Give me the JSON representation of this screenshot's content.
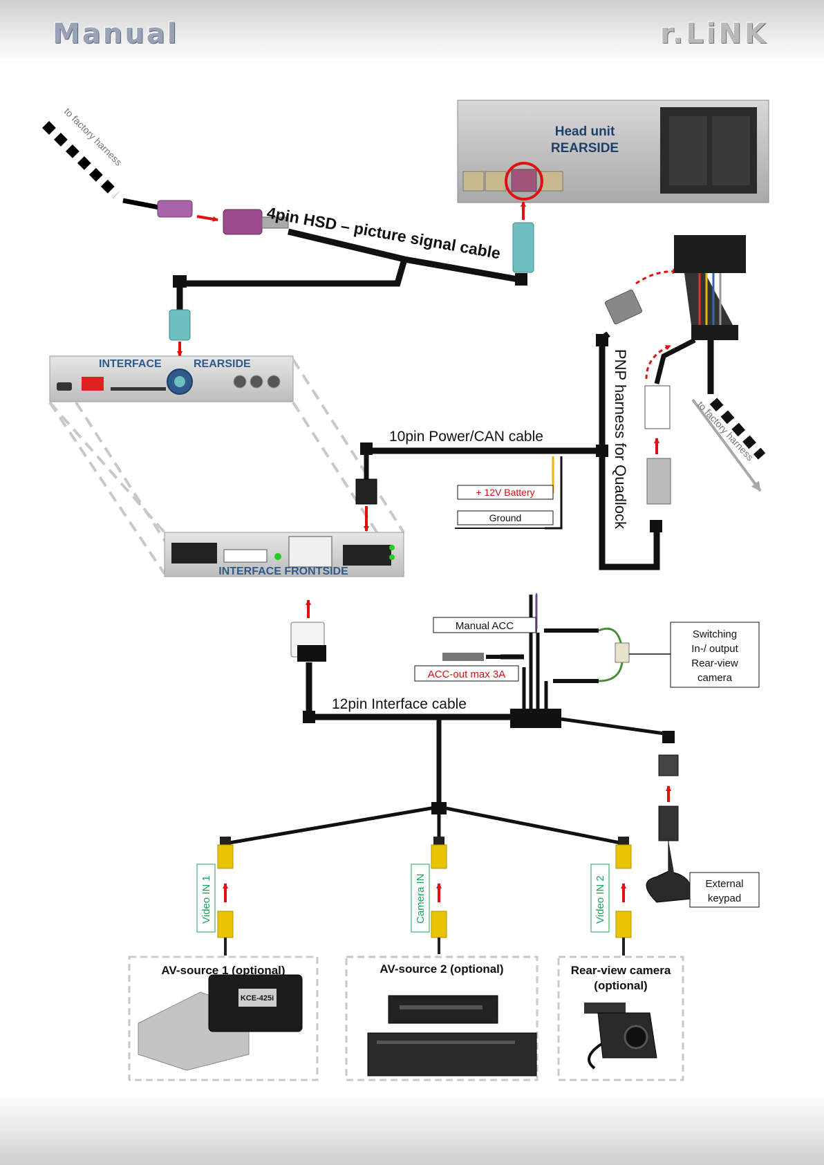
{
  "header": {
    "manual_logo": "Manual",
    "brand_logo": "r.LiNK"
  },
  "head_unit": {
    "title_line1": "Head unit",
    "title_line2": "REARSIDE",
    "label_color": "#1f3f6b"
  },
  "factory_harness_left": "to factory harness",
  "factory_harness_right": "to factory harness",
  "hsd_cable": "4pin HSD – picture signal cable",
  "interface_rear": {
    "left": "INTERFACE",
    "right": "REARSIDE"
  },
  "interface_front": "INTERFACE FRONTSIDE",
  "power_can_cable": "10pin Power/CAN cable",
  "battery_label": "+ 12V Battery",
  "ground_label": "Ground",
  "pnp_harness": "PNP harness for Quadlock",
  "manual_acc": "Manual ACC",
  "acc_out": "ACC-out max 3A",
  "switching": [
    "Switching",
    "In-/ output",
    "Rear-view",
    "camera"
  ],
  "interface_cable": "12pin Interface cable",
  "external_keypad": [
    "External",
    "keypad"
  ],
  "video_in_1": "Video IN 1",
  "camera_in": "Camera IN",
  "video_in_2": "Video IN 2",
  "av_source_1": "AV-source 1 (optional)",
  "av_source_2": "AV-source 2 (optional)",
  "rear_camera": [
    "Rear-view camera",
    "(optional)"
  ],
  "device_label": "KCE-425i",
  "colors": {
    "arrow_red": "#e01010",
    "label_green": "#1aa05a",
    "label_red": "#cc1111",
    "yellow_wire": "#f0b400",
    "cable_black": "#111111"
  }
}
